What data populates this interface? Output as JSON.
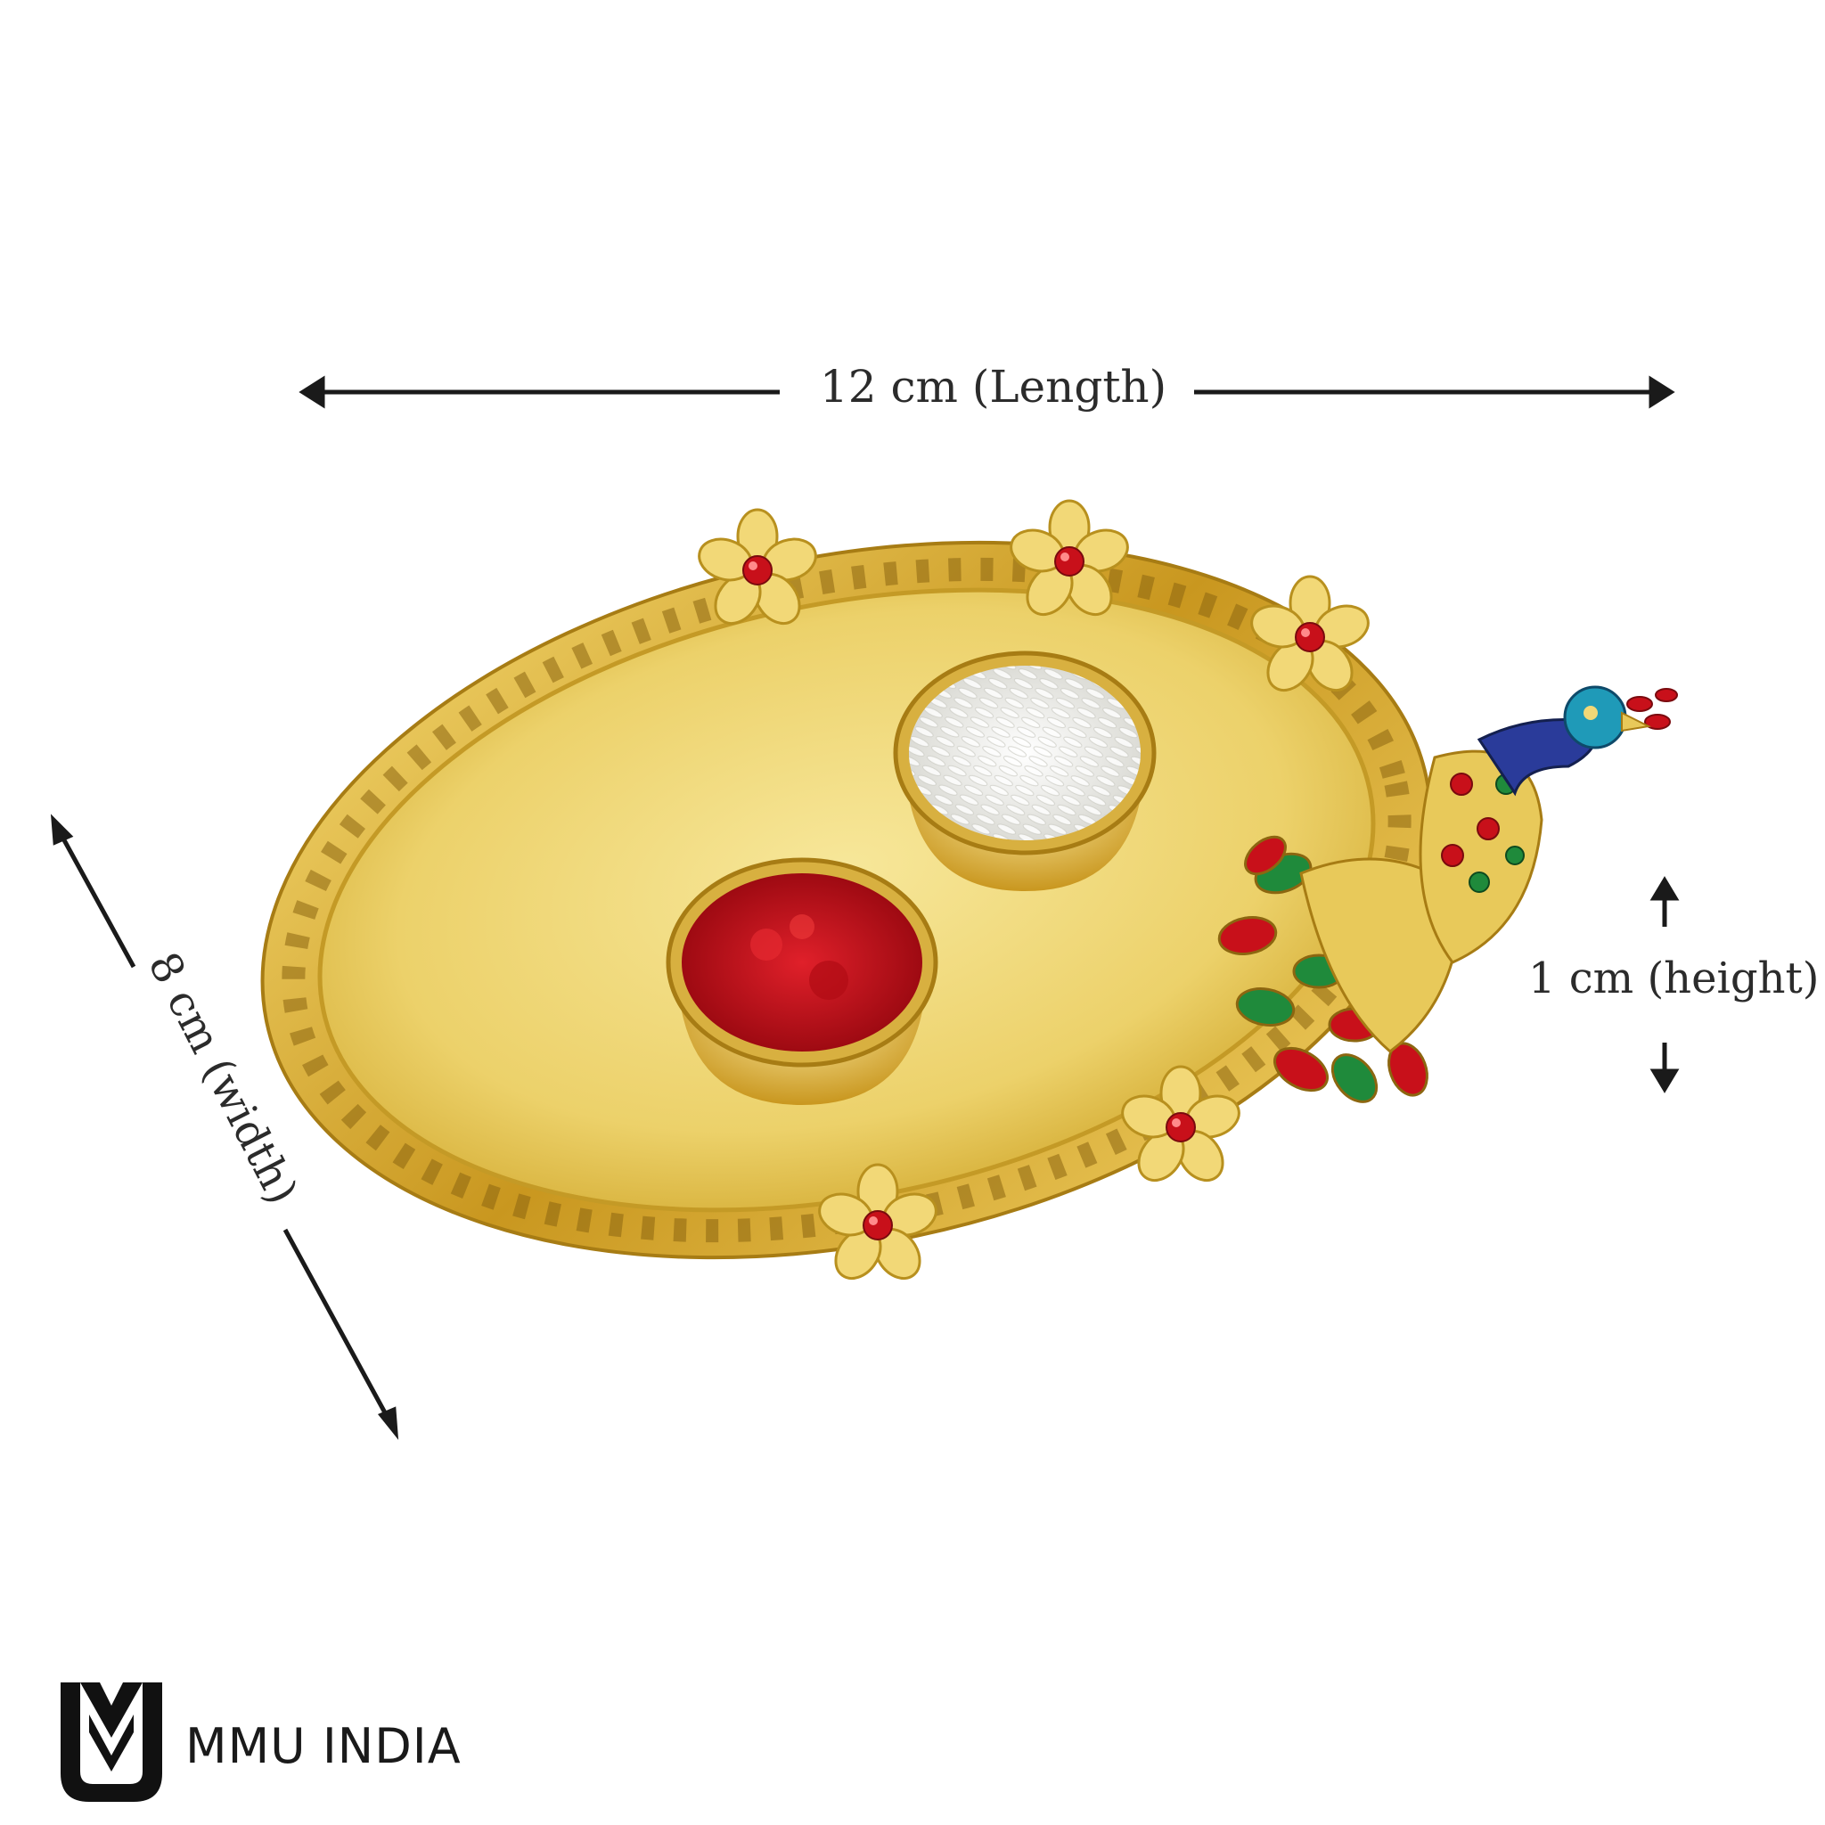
{
  "dimensions": {
    "length_label": "12 cm (Length)",
    "width_label": "8 cm (width)",
    "height_label": "1 cm (height)"
  },
  "brand": {
    "name": "MMU INDIA",
    "logo_icon": "mmu-monogram-icon"
  },
  "product": {
    "subject": "gold-pooja-thali-icon",
    "bowl_left": "kumkum-bowl-icon",
    "bowl_right": "rice-bowl-icon",
    "ornament": "peacock-icon"
  },
  "colors": {
    "gold": "#e8c95a",
    "gold_dark": "#b8901e",
    "kumkum_red": "#c8101a",
    "emerald": "#1f8a3b",
    "peacock_blue": "#1f6fb8"
  }
}
